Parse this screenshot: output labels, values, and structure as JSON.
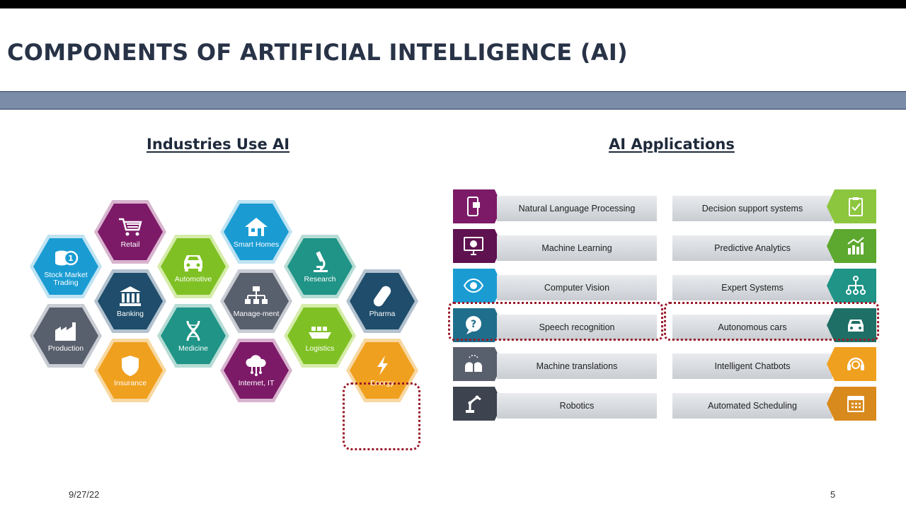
{
  "slide": {
    "title": "COMPONENTS OF ARTIFICIAL INTELLIGENCE (AI)",
    "industries_heading": "Industries Use AI",
    "applications_heading": "AI Applications",
    "date": "9/27/22",
    "page_number": "5"
  },
  "industries": [
    {
      "label": "Stock Market Trading",
      "icon": "coins-icon",
      "color": "#1a9cd3"
    },
    {
      "label": "Retail",
      "icon": "shopping-cart-icon",
      "color": "#7d1a68"
    },
    {
      "label": "Smart Homes",
      "icon": "house-icon",
      "color": "#1a9cd3"
    },
    {
      "label": "Automotive",
      "icon": "car-icon",
      "color": "#7fc124"
    },
    {
      "label": "Research",
      "icon": "microscope-icon",
      "color": "#1f9487"
    },
    {
      "label": "Banking",
      "icon": "bank-icon",
      "color": "#1f4d6b"
    },
    {
      "label": "Manage-ment",
      "icon": "org-chart-icon",
      "color": "#59606d"
    },
    {
      "label": "Pharma",
      "icon": "pill-icon",
      "color": "#1f4d6b"
    },
    {
      "label": "Production",
      "icon": "factory-icon",
      "color": "#59606d"
    },
    {
      "label": "Medicine",
      "icon": "dna-icon",
      "color": "#1f9487"
    },
    {
      "label": "Logistics",
      "icon": "ship-icon",
      "color": "#7fc124"
    },
    {
      "label": "Insurance",
      "icon": "shield-icon",
      "color": "#f0a01f"
    },
    {
      "label": "Internet, IT",
      "icon": "cloud-network-icon",
      "color": "#7d1a68"
    },
    {
      "label": "Energy",
      "icon": "lightning-icon",
      "color": "#f0a01f"
    }
  ],
  "applications_left": [
    {
      "label": "Natural Language Processing",
      "icon": "phone-chat-icon",
      "color": "#7d1a68"
    },
    {
      "label": "Machine Learning",
      "icon": "monitor-brain-icon",
      "color": "#5e1250"
    },
    {
      "label": "Computer Vision",
      "icon": "eye-icon",
      "color": "#1a9cd3"
    },
    {
      "label": "Speech recognition",
      "icon": "question-bubble-icon",
      "color": "#1f6e8c"
    },
    {
      "label": "Machine translations",
      "icon": "heads-icon",
      "color": "#59606d"
    },
    {
      "label": "Robotics",
      "icon": "robot-arm-icon",
      "color": "#3d4450"
    }
  ],
  "applications_right": [
    {
      "label": "Decision support systems",
      "icon": "clipboard-check-icon",
      "color": "#8cc63f"
    },
    {
      "label": "Predictive Analytics",
      "icon": "bar-chart-icon",
      "color": "#5da82e"
    },
    {
      "label": "Expert Systems",
      "icon": "hierarchy-icon",
      "color": "#1f9487"
    },
    {
      "label": "Autonomous cars",
      "icon": "car-icon",
      "color": "#1e6f66"
    },
    {
      "label": "Intelligent Chatbots",
      "icon": "headset-icon",
      "color": "#f0a01f"
    },
    {
      "label": "Automated Scheduling",
      "icon": "calendar-icon",
      "color": "#d98a1c"
    }
  ]
}
